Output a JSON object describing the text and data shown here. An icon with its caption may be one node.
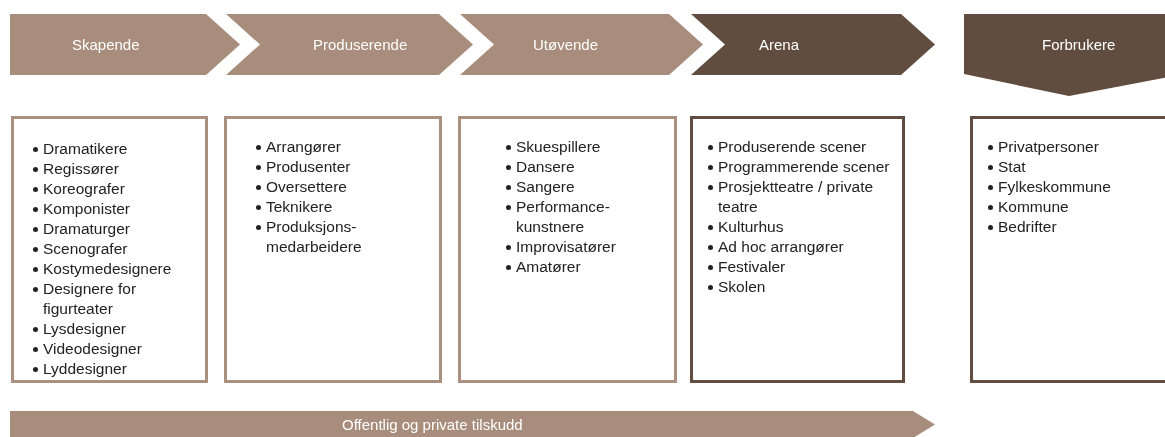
{
  "diagram": {
    "nodes": [
      {
        "text": [
          "Skapende"
        ]
      },
      {
        "text": [
          "Produserende"
        ]
      },
      {
        "text": [
          "Utøvende"
        ]
      },
      {
        "text": [
          "Arena"
        ]
      },
      {
        "text": [
          "Forbrukere"
        ]
      },
      {
        "text": [
          "Dramatikere",
          "Regissører",
          "Koreografer",
          "Komponister",
          "Dramaturger",
          "Scenografer",
          "Kostymedesignere",
          "Designere for figurteater",
          "Lysdesigner",
          "Videodesigner",
          "Lyddesigner"
        ]
      },
      {
        "text": [
          "Arrangører",
          "Produsenter",
          "Oversettere",
          "Teknikere",
          "Produksjons- medarbeidere"
        ]
      },
      {
        "text": [
          "Skuespillere",
          "Dansere",
          "Sangere",
          "Performance- kunstnere",
          "Improvisatører",
          "Amatører"
        ]
      },
      {
        "text": [
          "Produserende scener",
          "Programmerende scener",
          "Prosjektteatre / private teatre",
          "Kulturhus",
          "Ad hoc arrangører",
          "Festivaler",
          "Skolen"
        ]
      },
      {
        "text": [
          "Privatpersoner",
          "Stat",
          "Fylkeskommune",
          "Kommune",
          "Bedrifter"
        ]
      },
      {
        "text": [
          "Offentlig og private tilskudd"
        ]
      }
    ]
  }
}
